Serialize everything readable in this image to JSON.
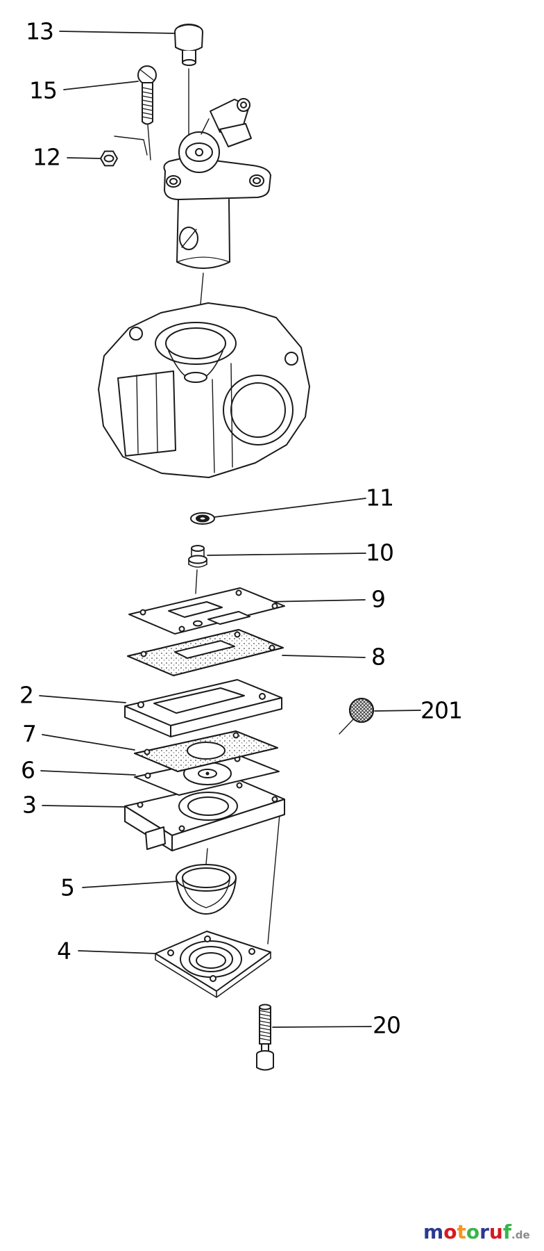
{
  "diagram": {
    "type": "exploded-parts-diagram",
    "subject": "Carburetor assembly exploded view",
    "background": "#ffffff",
    "ink_color": "#1a1a1a",
    "parts": [
      {
        "label": "13"
      },
      {
        "label": "15"
      },
      {
        "label": "12"
      },
      {
        "label": "11"
      },
      {
        "label": "10"
      },
      {
        "label": "9"
      },
      {
        "label": "8"
      },
      {
        "label": "2"
      },
      {
        "label": "201"
      },
      {
        "label": "7"
      },
      {
        "label": "6"
      },
      {
        "label": "3"
      },
      {
        "label": "5"
      },
      {
        "label": "4"
      },
      {
        "label": "20"
      }
    ]
  },
  "watermark": {
    "brand": "motoruf",
    "suffix": ".de",
    "suffix_css": "color:#8a8a8a",
    "letters": [
      {
        "char": "m",
        "css": "color:#2b3990"
      },
      {
        "char": "o",
        "css": "color:#d71920"
      },
      {
        "char": "t",
        "css": "color:#f7941d"
      },
      {
        "char": "o",
        "css": "color:#39b54a"
      },
      {
        "char": "r",
        "css": "color:#2b3990"
      },
      {
        "char": "u",
        "css": "color:#d71920"
      },
      {
        "char": "f",
        "css": "color:#39b54a"
      }
    ]
  }
}
